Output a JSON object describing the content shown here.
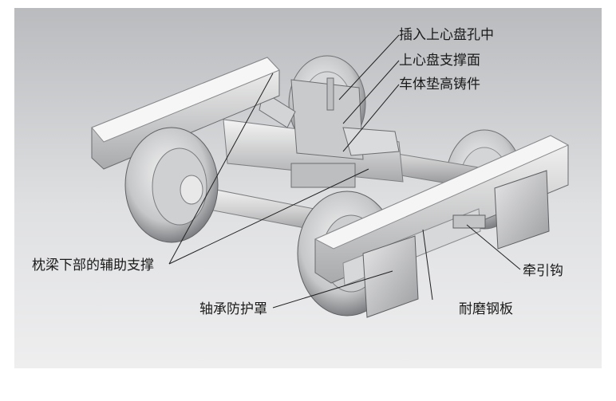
{
  "labels": {
    "insert_upper_center_hole": "插入上心盘孔中",
    "upper_center_plate_support": "上心盘支撑面",
    "body_raising_casting": "车体垫高铸件",
    "bolster_aux_support": "枕梁下部的辅助支撑",
    "axle_box_cover": "轴承防护罩",
    "wear_plate": "耐磨钢板",
    "towing_hook": "牵引钩"
  }
}
